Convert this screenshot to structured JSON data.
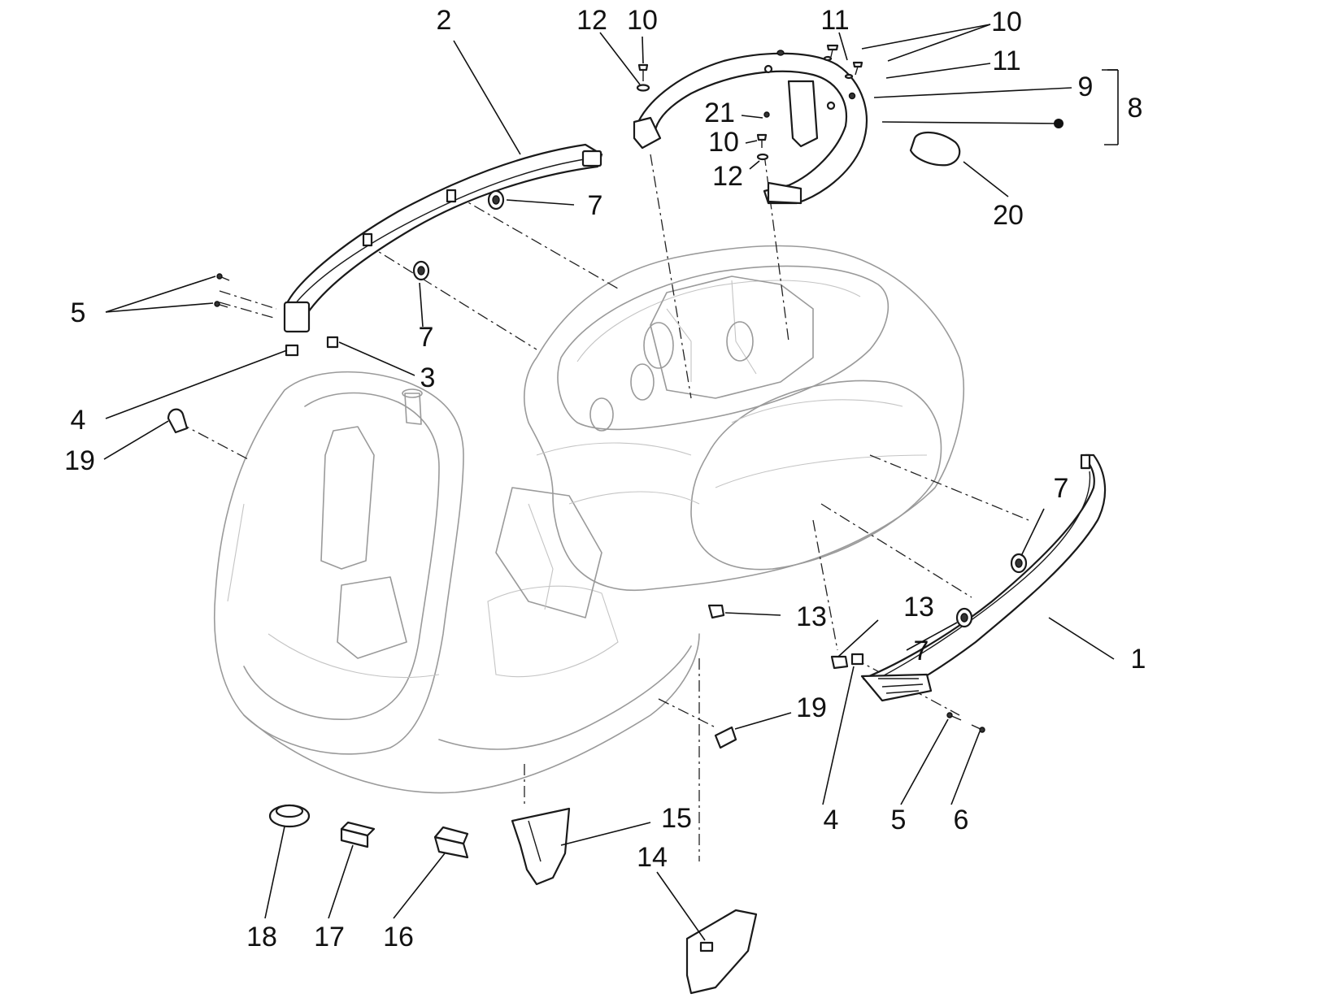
{
  "diagram": {
    "colors": {
      "line": "#1a1a1a",
      "body_outline": "#9a9a9a",
      "background": "#ffffff"
    },
    "callouts": [
      {
        "id": "c-2",
        "text": "2"
      },
      {
        "id": "c-12-top",
        "text": "12"
      },
      {
        "id": "c-10-top",
        "text": "10"
      },
      {
        "id": "c-11-top",
        "text": "11"
      },
      {
        "id": "c-10-right",
        "text": "10"
      },
      {
        "id": "c-11-right",
        "text": "11"
      },
      {
        "id": "c-9",
        "text": "9"
      },
      {
        "id": "c-8",
        "text": "8"
      },
      {
        "id": "c-21",
        "text": "21"
      },
      {
        "id": "c-10-mid",
        "text": "10"
      },
      {
        "id": "c-12-mid",
        "text": "12"
      },
      {
        "id": "c-20",
        "text": "20"
      },
      {
        "id": "c-7-a",
        "text": "7"
      },
      {
        "id": "c-7-b",
        "text": "7"
      },
      {
        "id": "c-5-left",
        "text": "5"
      },
      {
        "id": "c-3",
        "text": "3"
      },
      {
        "id": "c-4-left",
        "text": "4"
      },
      {
        "id": "c-19-left",
        "text": "19"
      },
      {
        "id": "c-7-c",
        "text": "7"
      },
      {
        "id": "c-13-a",
        "text": "13"
      },
      {
        "id": "c-13-b",
        "text": "13"
      },
      {
        "id": "c-7-d",
        "text": "7"
      },
      {
        "id": "c-1",
        "text": "1"
      },
      {
        "id": "c-19-right",
        "text": "19"
      },
      {
        "id": "c-4-right",
        "text": "4"
      },
      {
        "id": "c-5-right",
        "text": "5"
      },
      {
        "id": "c-6",
        "text": "6"
      },
      {
        "id": "c-15",
        "text": "15"
      },
      {
        "id": "c-14",
        "text": "14"
      },
      {
        "id": "c-18",
        "text": "18"
      },
      {
        "id": "c-17",
        "text": "17"
      },
      {
        "id": "c-16",
        "text": "16"
      }
    ]
  }
}
